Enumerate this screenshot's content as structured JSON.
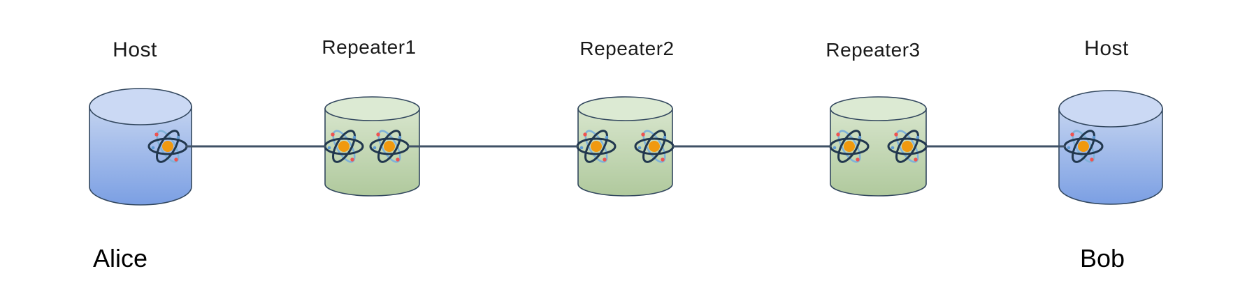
{
  "diagram": {
    "kind": "quantum-repeater-chain",
    "nodes": [
      {
        "id": "alice-host",
        "type": "host",
        "top_label": "Host",
        "bottom_label": "Alice",
        "qubit_slots": 1
      },
      {
        "id": "repeater1",
        "type": "repeater",
        "top_label": "Repeater1",
        "bottom_label": "",
        "qubit_slots": 2
      },
      {
        "id": "repeater2",
        "type": "repeater",
        "top_label": "Repeater2",
        "bottom_label": "",
        "qubit_slots": 2
      },
      {
        "id": "repeater3",
        "type": "repeater",
        "top_label": "Repeater3",
        "bottom_label": "",
        "qubit_slots": 2
      },
      {
        "id": "bob-host",
        "type": "host",
        "top_label": "Host",
        "bottom_label": "Bob",
        "qubit_slots": 1
      }
    ],
    "links": [
      {
        "from": "alice-host",
        "to": "repeater1"
      },
      {
        "from": "repeater1",
        "to": "repeater2"
      },
      {
        "from": "repeater2",
        "to": "repeater3"
      },
      {
        "from": "repeater3",
        "to": "bob-host"
      }
    ],
    "icons": {
      "qubit": "atom-icon"
    },
    "colors": {
      "background": "#ffffff",
      "host_fill_top": "#c3d3f0",
      "host_fill_bottom": "#7b9fe3",
      "host_top_ellipse": "#cbd9f4",
      "repeater_fill_top": "#d7e5cc",
      "repeater_fill_bottom": "#b0c99d",
      "repeater_top_ellipse": "#dcead3",
      "outline": "#32475e",
      "link": "#3f5166",
      "label": "#1a1a1a",
      "atom_orbit_dark": "#21374e",
      "atom_orbit_light": "#7fb2d9",
      "atom_nucleus": "#f0990f",
      "atom_electron_red": "#ee5351",
      "atom_electron_blue": "#5f9bd4"
    }
  }
}
